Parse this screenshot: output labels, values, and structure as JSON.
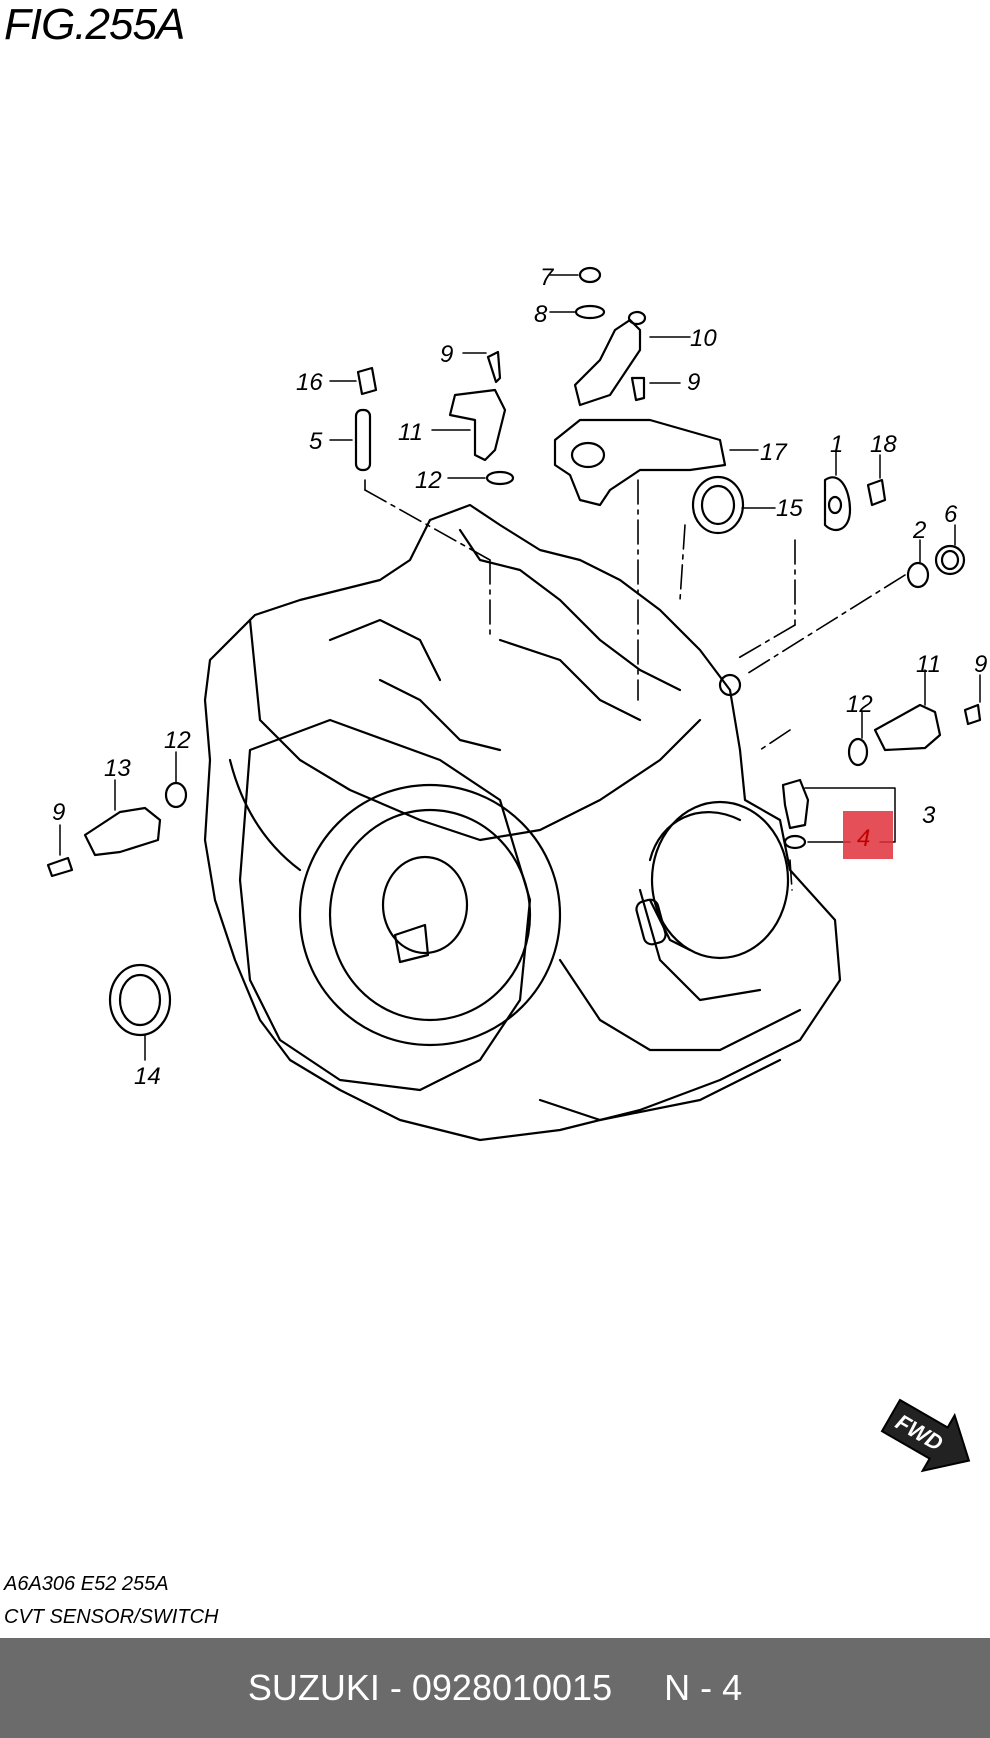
{
  "figure_title": "FIG.255A",
  "callouts": [
    "7",
    "8",
    "10",
    "9",
    "16",
    "9",
    "11",
    "5",
    "12",
    "17",
    "1",
    "18",
    "15",
    "2",
    "6",
    "11",
    "9",
    "12",
    "12",
    "13",
    "9",
    "3",
    "4",
    "14"
  ],
  "highlighted_part": "4",
  "highlight_color": "#e0303a",
  "orientation_arrow": "FWD",
  "drawing_code": "A6A306 E52 255A",
  "caption": "CVT SENSOR/SWITCH",
  "footer": {
    "brand_part": "SUZUKI - 0928010015",
    "ref": "N - 4"
  }
}
